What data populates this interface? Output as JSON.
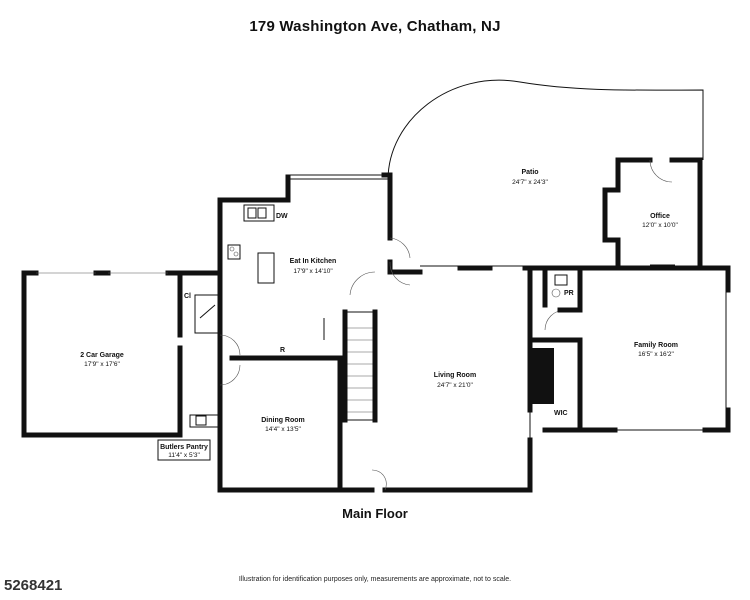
{
  "title": "179 Washington Ave, Chatham, NJ",
  "floor_label": "Main Floor",
  "disclaimer": "Illustration for identification purposes only, measurements are approximate, not to scale.",
  "listing_id": "5268421",
  "rooms": {
    "garage": {
      "name": "2 Car Garage",
      "dims": "17'9\" x 17'6\""
    },
    "kitchen": {
      "name": "Eat In Kitchen",
      "dims": "17'9\" x 14'10\""
    },
    "patio": {
      "name": "Patio",
      "dims": "24'7\" x 24'3\""
    },
    "office": {
      "name": "Office",
      "dims": "12'0\" x 10'0\""
    },
    "family": {
      "name": "Family Room",
      "dims": "16'5\" x 16'2\""
    },
    "living": {
      "name": "Living Room",
      "dims": "24'7\" x 21'0\""
    },
    "dining": {
      "name": "Dining Room",
      "dims": "14'4\" x 13'5\""
    },
    "butlers": {
      "name": "Butlers Pantry",
      "dims": "11'4\" x 5'3\""
    }
  },
  "tags": {
    "dw": "DW",
    "cl": "Cl",
    "r": "R",
    "pr": "PR",
    "wic": "WIC"
  }
}
